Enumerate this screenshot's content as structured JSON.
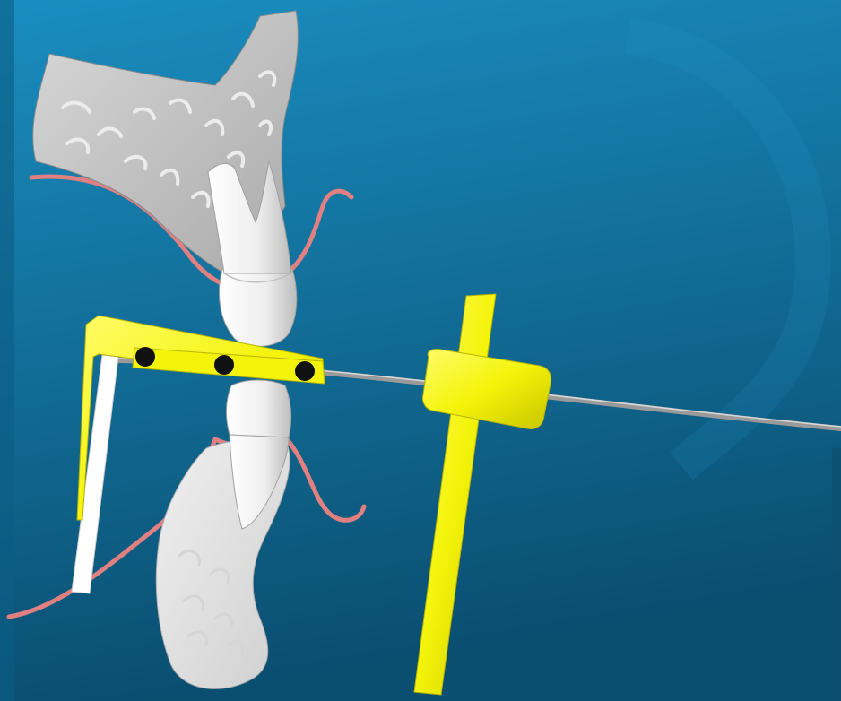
{
  "scene": {
    "colors": {
      "background_top": "#1a8dc0",
      "background_bottom": "#0a4e70",
      "bone": "#bdbdbd",
      "tooth": "#f4f4f4",
      "gingiva": "#e08080",
      "film_holder": "#f4f40a",
      "film": "#ffffff",
      "wire": "#9a9a9a",
      "pin": "#111111"
    },
    "parts": [
      {
        "name": "maxillary-bone",
        "icon": "bone-shape"
      },
      {
        "name": "upper-tooth",
        "icon": "molar-root-tooth"
      },
      {
        "name": "lower-bone",
        "icon": "mandible-bone-shape"
      },
      {
        "name": "lower-tooth",
        "icon": "lower-tooth"
      },
      {
        "name": "gingiva-lines",
        "icon": "gum-line"
      },
      {
        "name": "bite-block",
        "icon": "yellow-holder"
      },
      {
        "name": "x-ray-film",
        "icon": "white-film-plate"
      },
      {
        "name": "aiming-ring",
        "icon": "yellow-cross-bar"
      },
      {
        "name": "guide-rod",
        "icon": "metal-wire"
      }
    ]
  }
}
